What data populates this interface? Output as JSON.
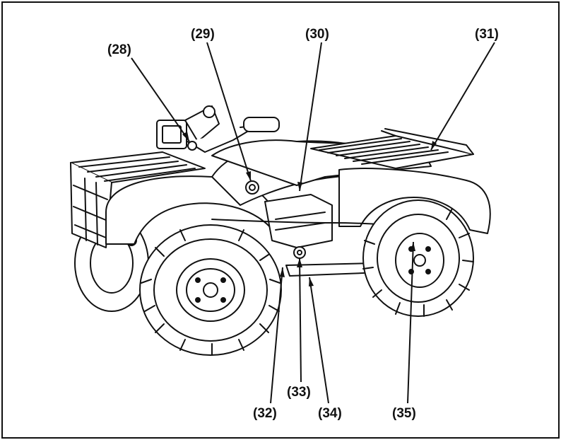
{
  "callouts": {
    "c28": "(28)",
    "c29": "(29)",
    "c30": "(30)",
    "c31": "(31)",
    "c32": "(32)",
    "c33": "(33)",
    "c34": "(34)",
    "c35": "(35)"
  },
  "colors": {
    "line": "#111111",
    "background": "#ffffff"
  }
}
